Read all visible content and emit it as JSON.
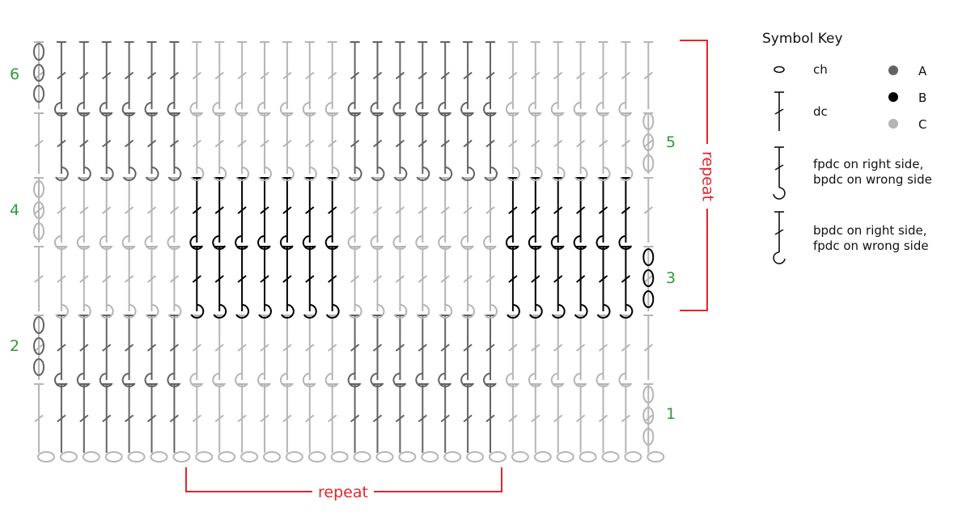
{
  "row_labels": [
    {
      "text": "1"
    },
    {
      "text": "2"
    },
    {
      "text": "3"
    },
    {
      "text": "4"
    },
    {
      "text": "5"
    },
    {
      "text": "6"
    }
  ],
  "repeat_labels": {
    "horizontal": "repeat",
    "vertical": "repeat"
  },
  "key": {
    "title": "Symbol Key",
    "items": [
      {
        "symbol": "chain-icon",
        "lines": [
          "ch"
        ]
      },
      {
        "symbol": "dc-icon",
        "lines": [
          "dc"
        ]
      },
      {
        "symbol": "fpdc-icon",
        "lines": [
          "fpdc on right side,",
          "bpdc on wrong side"
        ]
      },
      {
        "symbol": "bpdc-icon",
        "lines": [
          "bpdc on right side,",
          "fpdc on wrong side"
        ]
      }
    ],
    "colors": [
      {
        "label": "A",
        "hex": "#636363"
      },
      {
        "label": "B",
        "hex": "#000000"
      },
      {
        "label": "C",
        "hex": "#b5b5b5"
      }
    ]
  }
}
